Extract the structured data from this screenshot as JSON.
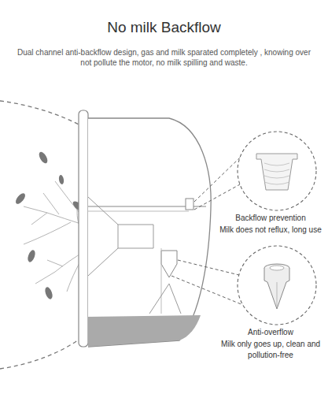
{
  "diagram": {
    "title": "No milk Backflow",
    "nodes": [
      {
        "text": [
          "Backflow prevention",
          "Milk does not reflux, long use"
        ]
      },
      {
        "text": [
          "Anti-overflow",
          "Milk only goes up, clean and pollution-free"
        ]
      }
    ],
    "labels": [
      "Dual channel anti-backflow design, gas and milk sparated completely , knowing over not pollute the motor, no milk spilling and waste."
    ]
  }
}
